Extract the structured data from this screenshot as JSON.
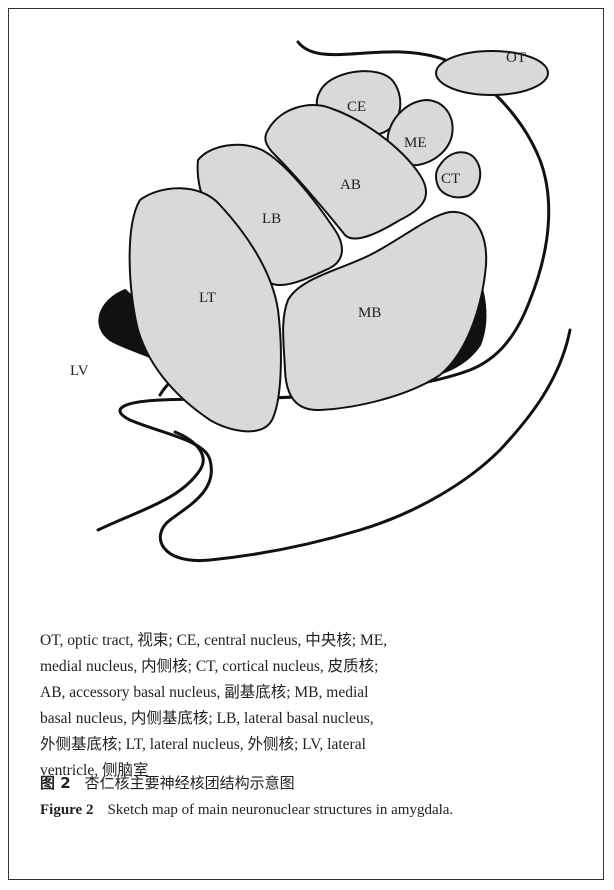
{
  "diagram": {
    "labels": {
      "OT": "OT",
      "CE": "CE",
      "ME": "ME",
      "CT": "CT",
      "AB": "AB",
      "LB": "LB",
      "LT": "LT",
      "MB": "MB",
      "LV": "LV"
    }
  },
  "legend": {
    "lines": [
      "OT, optic tract, 视束; CE, central nucleus, 中央核; ME,",
      "medial nucleus, 内侧核; CT, cortical nucleus, 皮质核;",
      "AB, accessory basal nucleus, 副基底核; MB, medial",
      "basal nucleus, 内侧基底核; LB, lateral basal nucleus,",
      "外侧基底核; LT, lateral nucleus, 外侧核; LV, lateral",
      "ventricle, 侧脑室"
    ]
  },
  "caption": {
    "cn_number": "图 2",
    "cn_title": "杏仁核主要神经核团结构示意图",
    "en_number": "Figure 2",
    "en_title": "Sketch map of main neuronuclear structures in amygdala."
  }
}
